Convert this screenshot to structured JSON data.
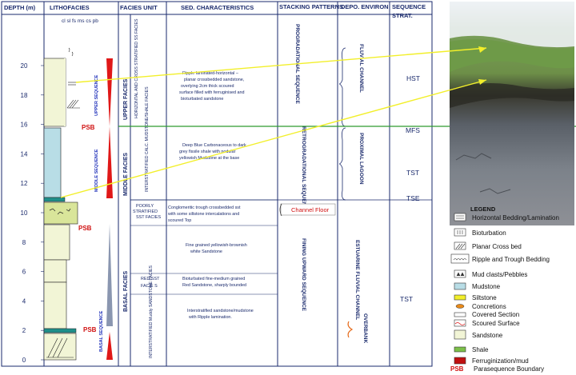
{
  "headers": {
    "depth": "DEPTH (m)",
    "lithofacies": "LITHOFACIES",
    "grain_scale": "cl sl fs ms cs pb",
    "facies_unit": "FACIES UNIT",
    "sed_char": "SED. CHARACTERISTICS",
    "stacking": "STACKING PATTERNS",
    "depo": "DEPO. ENVIRON",
    "sequence1": "SEQUENCE",
    "sequence2": "STRAT."
  },
  "depth_ticks": [
    "20",
    "18",
    "16",
    "14",
    "12",
    "10",
    "8",
    "6",
    "4",
    "2",
    "0"
  ],
  "sequences": {
    "upper": "UPPER SEQUENCE",
    "middle": "MIDDLE SEQUENCE",
    "basal": "BASAL SEQUENCE"
  },
  "psb": "PSB",
  "facies": {
    "upper": "UPPER FACIES",
    "middle": "MIDDLE FACIES",
    "basal": "BASAL FACIES"
  },
  "subfacies": {
    "upper": "HORIZONTAL AND CROSS STRATIFIED SS FACIES",
    "middle": "INTERSTRATIFIED CALC. MUDSTONE/SHALE FACIES",
    "poorly": [
      "POORLY",
      "STRATIFIED",
      "SST FACIES"
    ],
    "red": [
      "RED SST",
      "FACIE S"
    ],
    "basal": "INTERSTRATIFIED Muddy SANDSTONE FACIES"
  },
  "sed": {
    "upper": [
      "Ripple laminated-horizontal –",
      "planar crossbedded sandstone,",
      "overlying 2cm thick scoured",
      "surface filled with ferruginised and",
      "bioturbated sandstone"
    ],
    "middle": [
      "Deep Blue Carbonaceous to dark",
      "grey fissile shale with nodular",
      "yellowish Mudstone at the base"
    ],
    "poorly": [
      "Conglomeritic trough crossbedded sst",
      "with some siltstone intercalations and",
      "scoured Top"
    ],
    "fine": [
      "Fine grained yellowish-brownish",
      "white Sandstone"
    ],
    "red": [
      "Bioturbated fine-medium grained",
      "Red Sandstone, sharply bounded"
    ],
    "basal": [
      "Interstratified sandstone/mudstone",
      "with Ripple lamination."
    ]
  },
  "stacking": {
    "prog": "PROGRADATIONAL SEQUENCE",
    "retro": "RETROGRADATIONAL SEQUENCE",
    "fining": "FINING UPWARD SEQUENCE"
  },
  "channel_floor": "Channel Floor",
  "depo": {
    "fluvial": "FLUVIAL CHANNEL",
    "lagoon": "PROXIMAL LAGOON",
    "estuarine": "ESTUARINE FLUVIAL CHANNEL",
    "overbank": "OVERBANK"
  },
  "strat": {
    "hst": "HST",
    "mfs": "MFS",
    "tst1": "TST",
    "tse": "TSE",
    "tst2": "TST"
  },
  "legend": {
    "title": "LEGEND",
    "items": [
      "Horizontal Bedding/Lamination",
      "Bioturbation",
      "Planar Cross bed",
      "Ripple and Trough Bedding",
      "Mud clasts/Pebbles",
      "Mudstone",
      "Siltstone",
      "Concretions",
      "Covered Section",
      "Scoured Surface",
      "Sandstone",
      "Shale",
      "Ferruginization/mud"
    ],
    "psb_label": "PSB",
    "psb_text": "Parasequence Boundary"
  },
  "colors": {
    "frame": "#1a2a6c",
    "mudstone": "#b8dde6",
    "teal": "#1f8f8a",
    "sandstone": "#f2f5d6",
    "red": "#e01818",
    "green_line": "#2e9b2e",
    "yellow_line": "#f2ef2a"
  }
}
